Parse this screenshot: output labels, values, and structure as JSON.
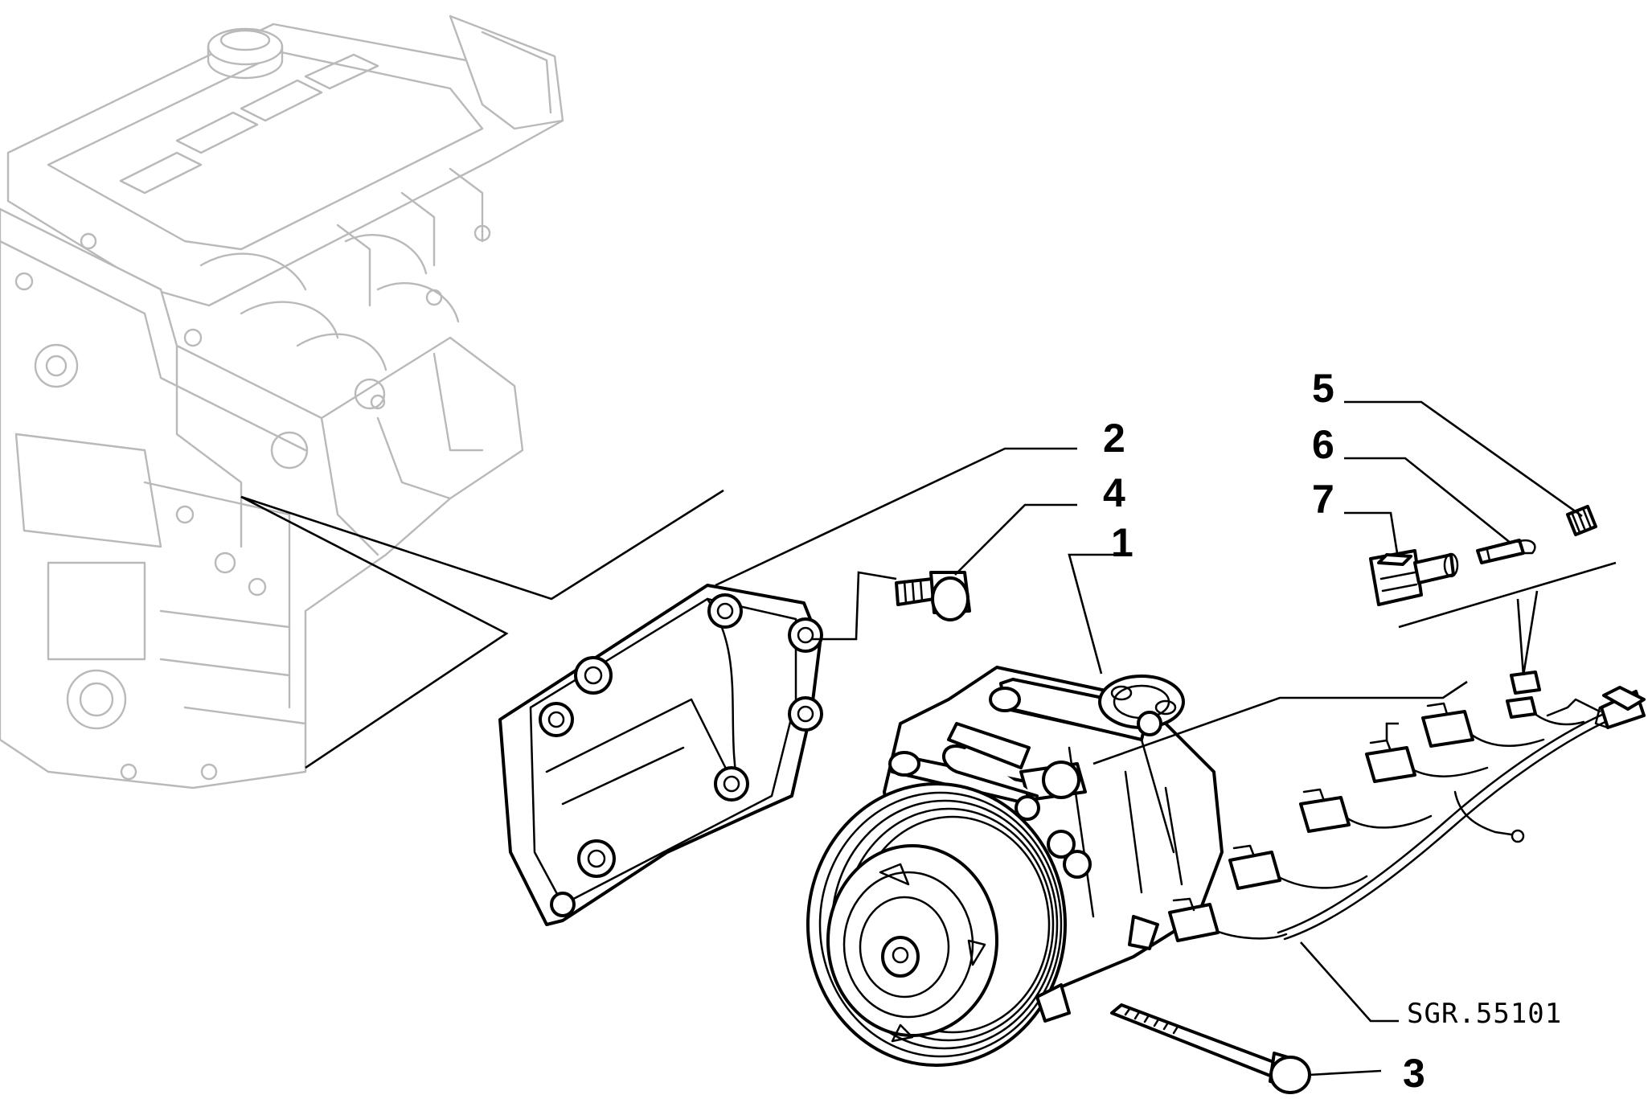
{
  "callouts": {
    "c1": "1",
    "c2": "2",
    "c3": "3",
    "c4": "4",
    "c5": "5",
    "c6": "6",
    "c7": "7"
  },
  "reference_code": "SGR.55101"
}
